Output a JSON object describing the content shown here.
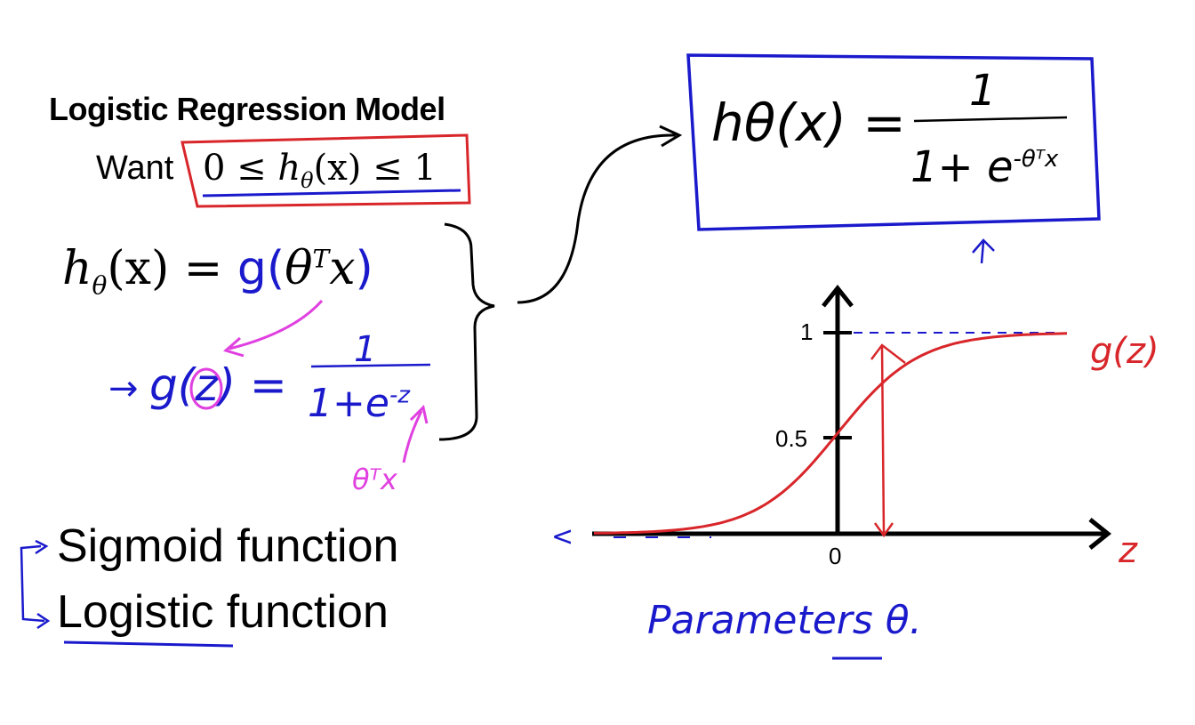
{
  "heading": "Logistic Regression Model",
  "want": {
    "label": "Want",
    "expr_lower": "0 ≤ ",
    "expr_h": "h",
    "expr_theta": "θ",
    "expr_x": "(x)",
    "expr_upper": " ≤ 1"
  },
  "model": {
    "lhs_h": "h",
    "lhs_sub": "θ",
    "lhs_arg": "(x) = ",
    "g": "g(",
    "theta": "θ",
    "sup": "T",
    "x": "x",
    "close": ")"
  },
  "boxed_formula": {
    "lhs": "hθ(x) =",
    "numerator": "1",
    "denominator_base": "1+ e",
    "denominator_exp": "-θᵀx"
  },
  "sigmoid_def": {
    "arrow": "→",
    "lhs": "g(z) =",
    "numerator": "1",
    "denominator_base": "1+e",
    "denominator_exp": "-z",
    "annotation": "θᵀx"
  },
  "terms": {
    "sigmoid": "Sigmoid function",
    "logistic": "Logistic function"
  },
  "graph": {
    "ytick_1": "1",
    "ytick_half": "0.5",
    "xtick_0": "0",
    "curve_label": "g(z)",
    "x_axis_label": "z",
    "left_arrow": "<"
  },
  "footer_note": "Parameters θ.",
  "colors": {
    "black": "#000000",
    "blue_pen": "#1a1acc",
    "red_pen": "#d8262a",
    "magenta_pen": "#e040e0"
  }
}
